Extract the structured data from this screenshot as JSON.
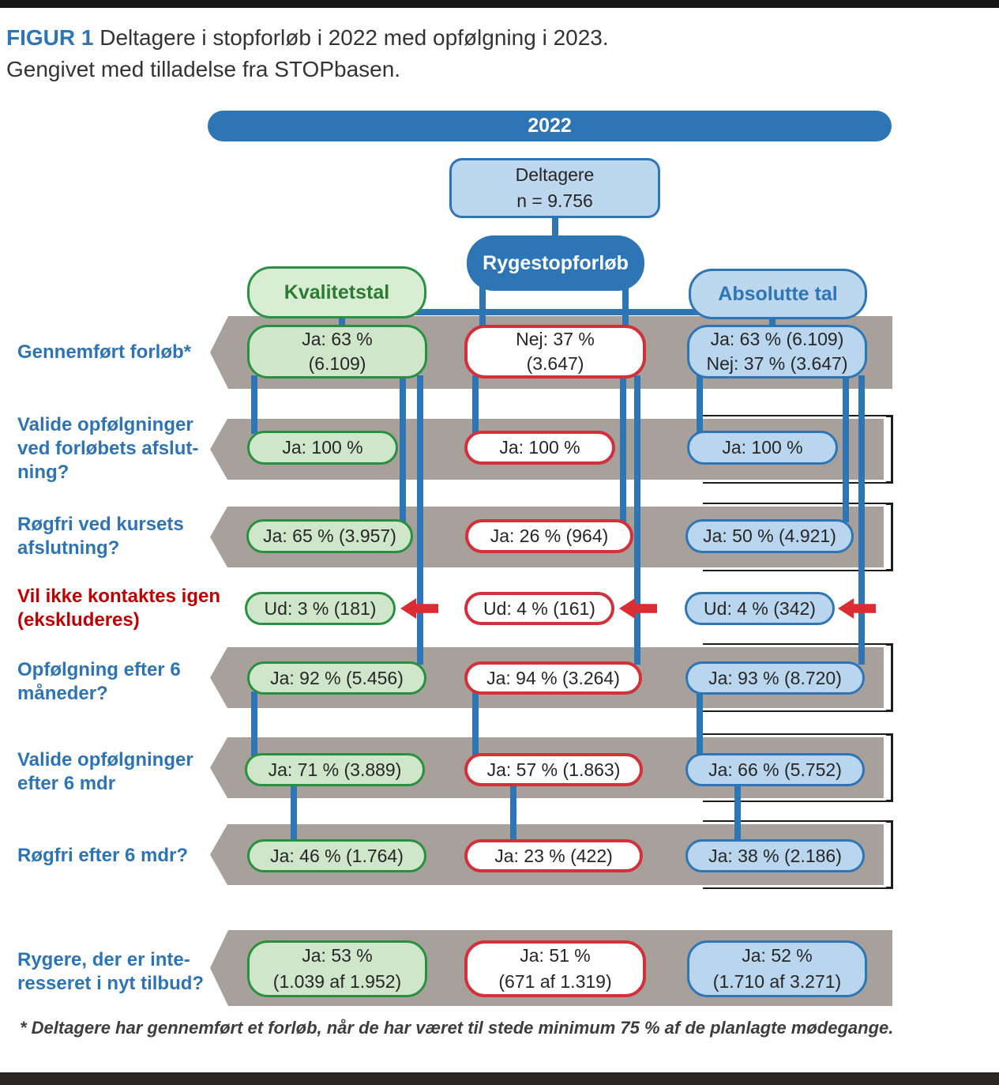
{
  "title": {
    "tag": "FIGUR 1",
    "line1_rest": " Deltagere i stopforløb i 2022 med opfølgning i 2023.",
    "line2": "Gengivet med tilladelse fra STOPbasen."
  },
  "header": {
    "year": "2022",
    "root": [
      "Deltagere",
      "n = 9.756"
    ],
    "program": "Rygestopforløb",
    "quality_header": "Kvalitetstal",
    "absolute_header": "Absolutte tal"
  },
  "rows": [
    {
      "label": [
        "Gennemført forløb*"
      ],
      "quality": [
        "Ja: 63 %",
        "(6.109)"
      ],
      "center": [
        "Nej: 37 %",
        "(3.647)"
      ],
      "absolute": [
        "Ja: 63 % (6.109)",
        "Nej: 37 % (3.647)"
      ]
    },
    {
      "label": [
        "Valide opfølgninger",
        "ved forløbets afslut-",
        "ning?"
      ],
      "quality": [
        "Ja: 100 %"
      ],
      "center": [
        "Ja: 100 %"
      ],
      "absolute": [
        "Ja: 100 %"
      ]
    },
    {
      "label": [
        "Røgfri ved kursets",
        "afslutning?"
      ],
      "quality": [
        "Ja: 65 % (3.957)"
      ],
      "center": [
        "Ja: 26 % (964)"
      ],
      "absolute": [
        "Ja: 50 % (4.921)"
      ]
    },
    {
      "label": [
        "Vil ikke kontaktes igen",
        "(ekskluderes)"
      ],
      "quality": [
        "Ud: 3 % (181)"
      ],
      "center": [
        "Ud: 4 % (161)"
      ],
      "absolute": [
        "Ud: 4 % (342)"
      ]
    },
    {
      "label": [
        "Opfølgning efter 6",
        "måneder?"
      ],
      "quality": [
        "Ja: 92 % (5.456)"
      ],
      "center": [
        "Ja: 94 % (3.264)"
      ],
      "absolute": [
        "Ja: 93 % (8.720)"
      ]
    },
    {
      "label": [
        "Valide opfølgninger",
        "efter 6 mdr"
      ],
      "quality": [
        "Ja: 71 % (3.889)"
      ],
      "center": [
        "Ja: 57 % (1.863)"
      ],
      "absolute": [
        "Ja: 66 % (5.752)"
      ]
    },
    {
      "label": [
        "Røgfri efter 6 mdr?"
      ],
      "quality": [
        "Ja: 46 % (1.764)"
      ],
      "center": [
        "Ja: 23 % (422)"
      ],
      "absolute": [
        "Ja: 38 % (2.186)"
      ]
    },
    {
      "label": [
        "Rygere, der er inte-",
        "resseret i nyt tilbud?"
      ],
      "quality": [
        "Ja: 53 %",
        "(1.039 af 1.952)"
      ],
      "center": [
        "Ja: 51 %",
        "(671 af 1.319)"
      ],
      "absolute": [
        "Ja: 52 %",
        "(1.710 af 3.271)"
      ]
    }
  ],
  "footnote": "* Deltagere har gennemført et forløb, når de har været til stede minimum 75 % af de planlagte mødegange.",
  "colors": {
    "accent_blue": "#2e75b6",
    "light_blue_fill": "#bdd7ee",
    "green_border": "#28913f",
    "green_fill": "#cfe6ca",
    "red_border": "#d2303a",
    "band_gray": "#a8a19b",
    "arrow_red": "#dc2c33",
    "label_red": "#c00000",
    "label_blue": "#2e74b5"
  }
}
